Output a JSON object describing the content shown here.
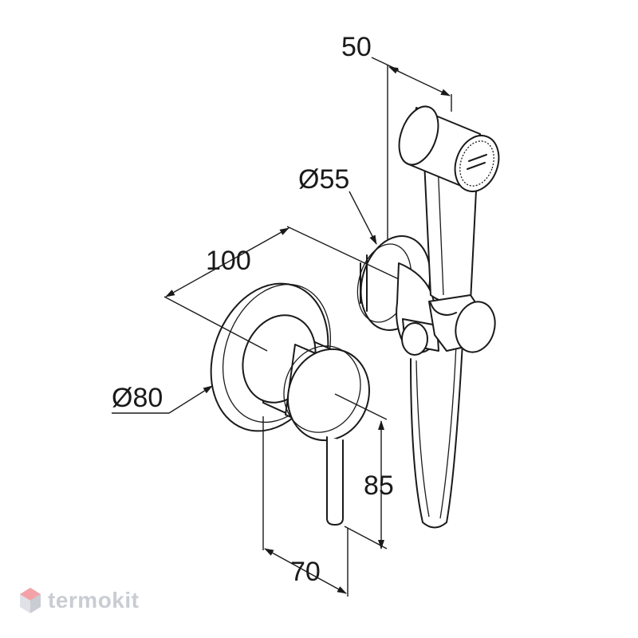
{
  "dimensions": {
    "width_top": "50",
    "diameter_holder": "Ø55",
    "depth_valve": "100",
    "diameter_valve": "Ø80",
    "height_lever": "85",
    "depth_lever": "70"
  },
  "watermark": {
    "text": "termokit",
    "icon": "hexagon-cube-icon",
    "color": "#c9ccd3",
    "accent": "#f3a3a7"
  }
}
